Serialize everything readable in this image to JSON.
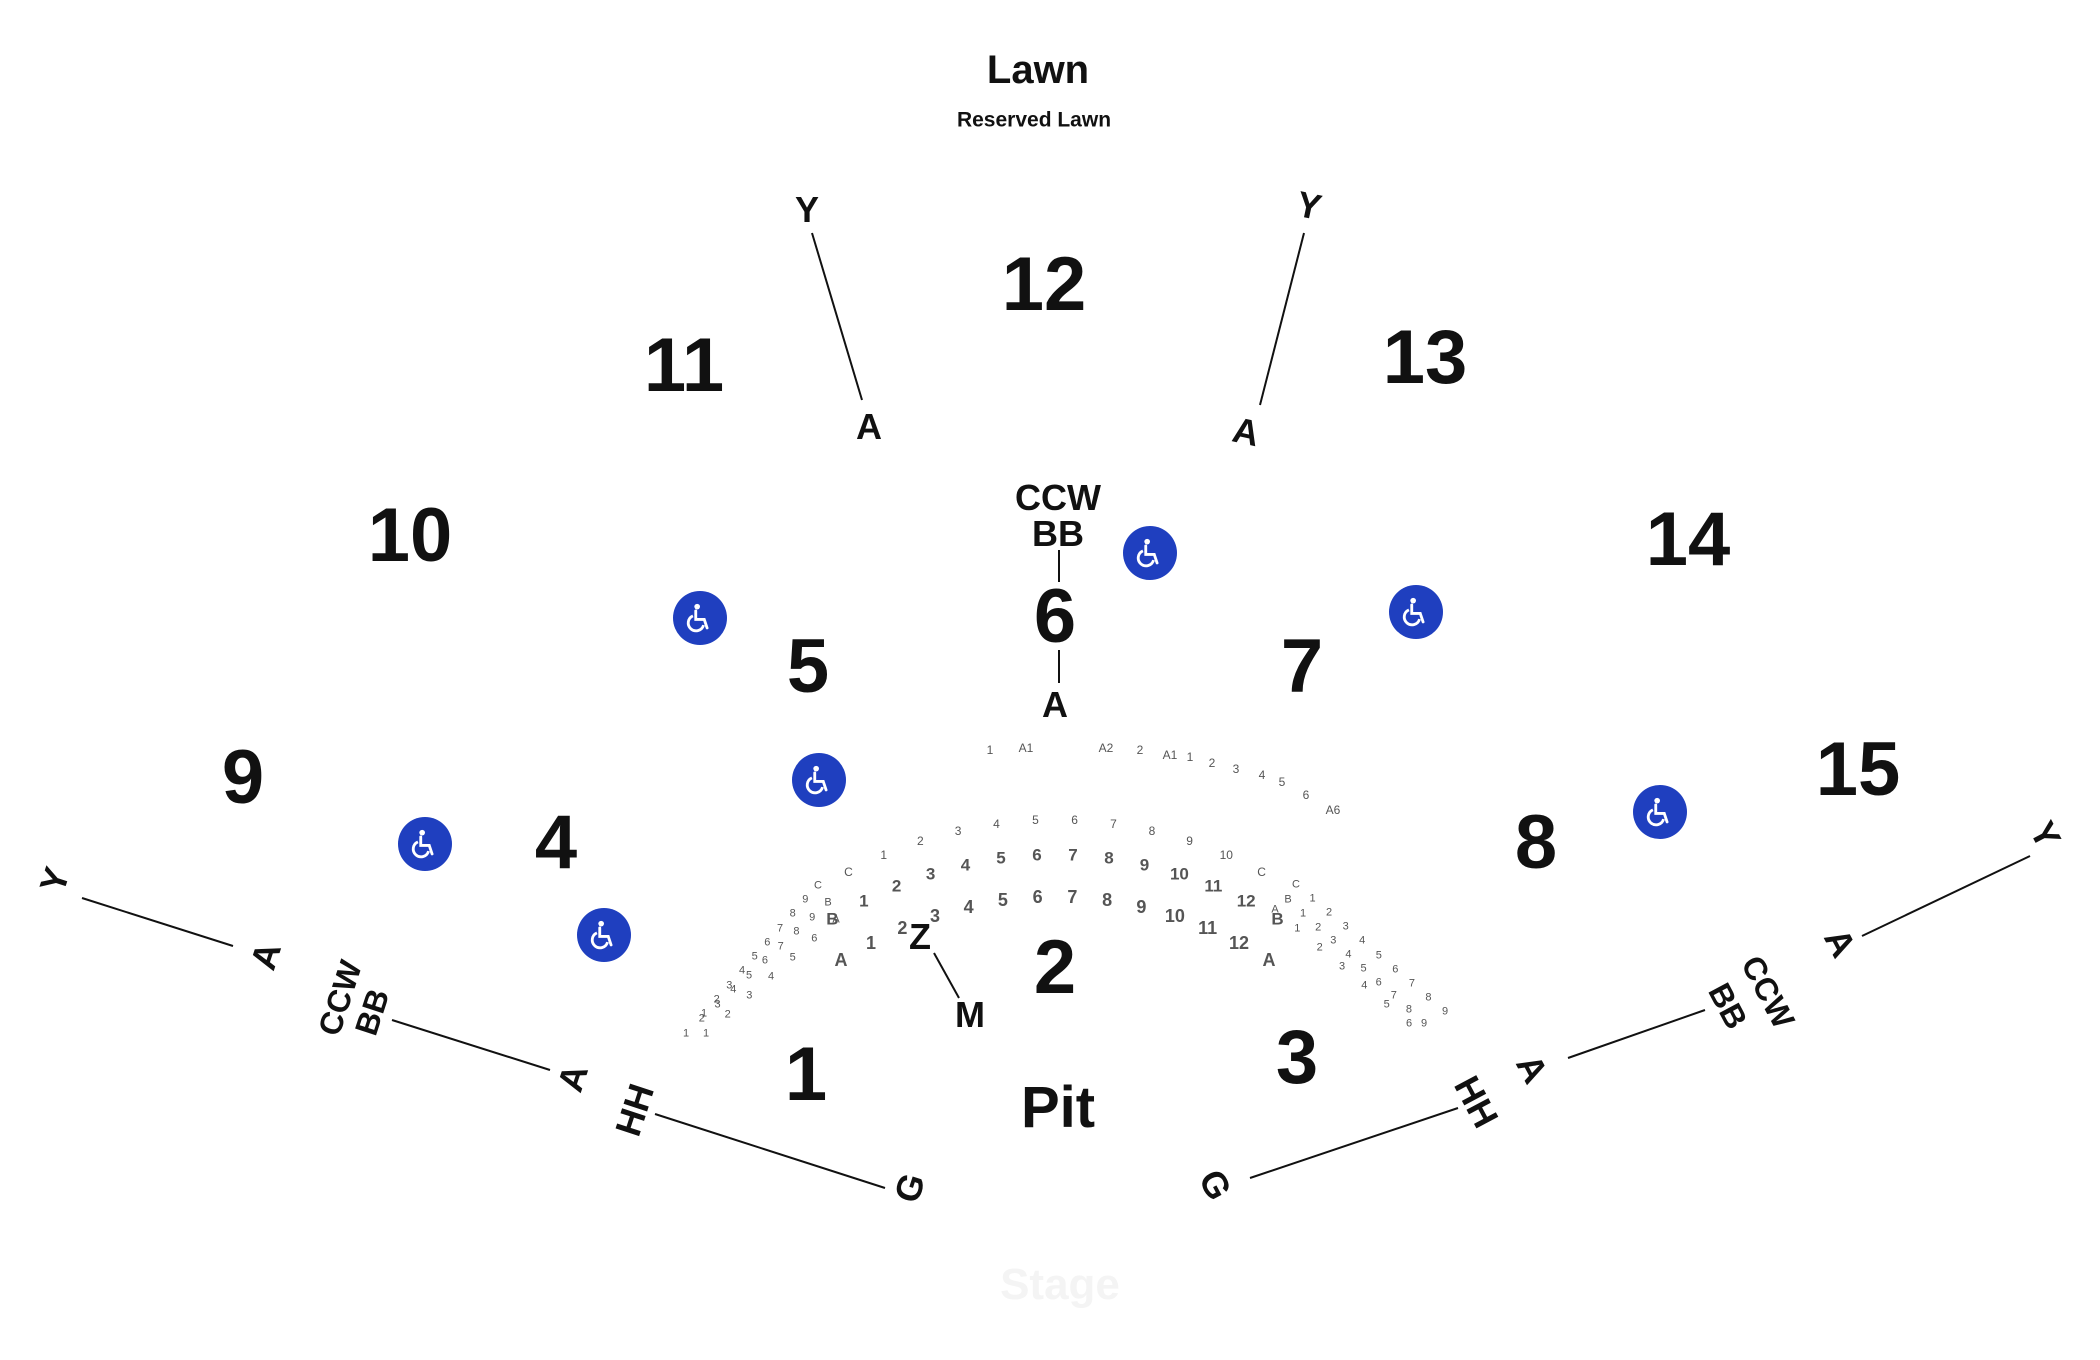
{
  "header": {
    "title": "Lawn",
    "subtitle": "Reserved Lawn"
  },
  "sections": {
    "s1": "1",
    "s2": "2",
    "s3": "3",
    "s4": "4",
    "s5": "5",
    "s6": "6",
    "s7": "7",
    "s8": "8",
    "s9": "9",
    "s10": "10",
    "s11": "11",
    "s12": "12",
    "s13": "13",
    "s14": "14",
    "s15": "15",
    "pit": "Pit"
  },
  "rows": {
    "y_11_12": "Y",
    "a_11_12": "A",
    "y_12_13": "Y",
    "a_12_13": "A",
    "ccw_center": "CCW",
    "bb_center": "BB",
    "a_center": "A",
    "z_center": "Z",
    "m_center": "M",
    "y_left": "Y",
    "a_left_upper": "A",
    "ccw_left": "CCW",
    "bb_left": "BB",
    "a_left_lower": "A",
    "hh_left": "HH",
    "g_left": "G",
    "y_right": "Y",
    "a_right_upper": "A",
    "ccw_right": "CCW",
    "bb_right": "BB",
    "a_right_lower": "A",
    "hh_right": "HH",
    "g_right": "G"
  },
  "seats": {
    "row_a_center": [
      "1",
      "A1",
      "A2",
      "2",
      "A1",
      "1",
      "2",
      "3",
      "4",
      "5",
      "6",
      "A6"
    ],
    "row_c_arc": [
      "C",
      "1",
      "2",
      "3",
      "4",
      "5",
      "6",
      "7",
      "8",
      "9",
      "10",
      "C"
    ],
    "row_b_arc": [
      "B",
      "1",
      "2",
      "3",
      "4",
      "5",
      "6",
      "7",
      "8",
      "9",
      "10",
      "11",
      "12",
      "B"
    ],
    "row_a_arc": [
      "A",
      "1",
      "2",
      "3",
      "4",
      "5",
      "6",
      "7",
      "8",
      "9",
      "10",
      "11",
      "12",
      "A"
    ],
    "left_wing_c": [
      "C",
      "9",
      "8",
      "7",
      "6",
      "5",
      "4",
      "3",
      "2",
      "1"
    ],
    "left_wing_b": [
      "B",
      "9",
      "8",
      "7",
      "6",
      "5",
      "4",
      "3",
      "2",
      "1"
    ],
    "left_wing_a": [
      "A",
      "6",
      "5",
      "4",
      "3",
      "2",
      "1"
    ],
    "right_wing_c": [
      "C",
      "1",
      "2",
      "3",
      "4",
      "5",
      "6",
      "7",
      "8",
      "9"
    ],
    "right_wing_b": [
      "B",
      "1",
      "2",
      "3",
      "4",
      "5",
      "6",
      "7",
      "8",
      "9"
    ],
    "right_wing_a": [
      "A",
      "1",
      "2",
      "3",
      "4",
      "5",
      "6"
    ]
  },
  "stage_label": "Stage",
  "accessibility": {
    "icon": "wheelchair-icon",
    "color": "#1f3fbf"
  }
}
